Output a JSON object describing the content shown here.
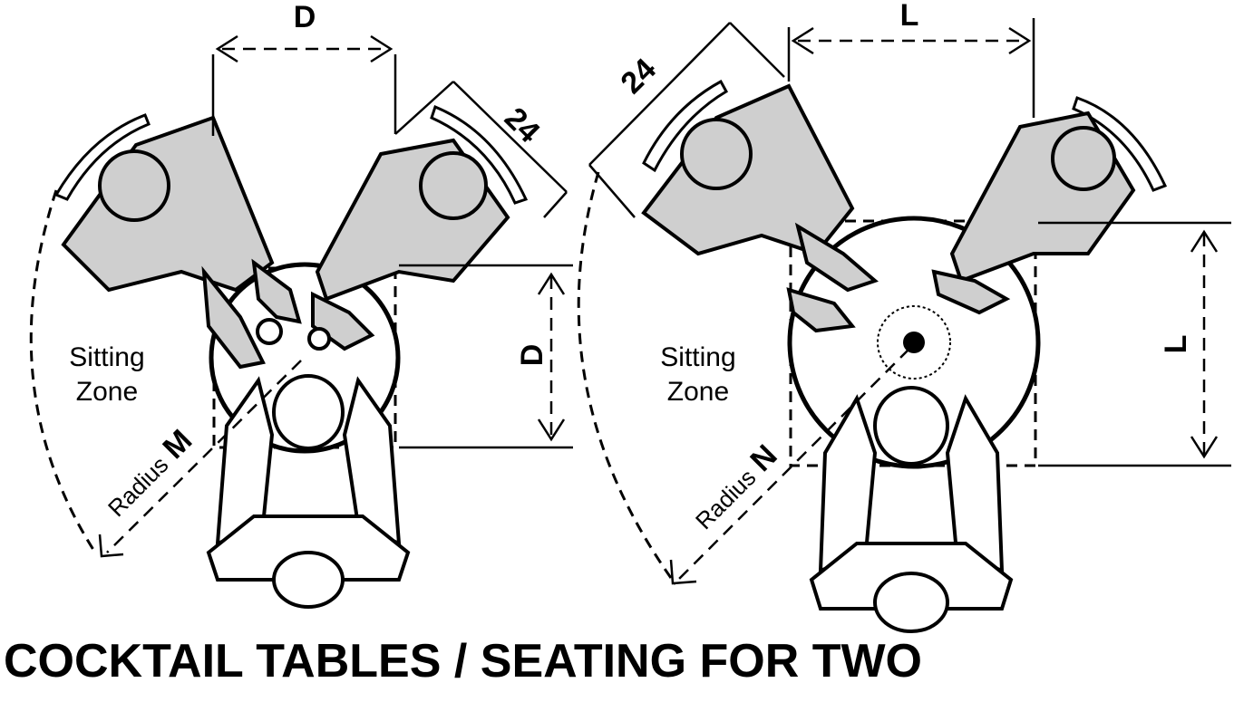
{
  "title": "COCKTAIL TABLES / SEATING FOR TWO",
  "left": {
    "top_dim": "D",
    "side_dim": "D",
    "clearance": "24",
    "zone_label_line1": "Sitting",
    "zone_label_line2": "Zone",
    "radius_word": "Radius",
    "radius_letter": "M"
  },
  "right": {
    "top_dim": "L",
    "side_dim": "L",
    "clearance": "24",
    "zone_label_line1": "Sitting",
    "zone_label_line2": "Zone",
    "radius_word": "Radius",
    "radius_letter": "N"
  }
}
